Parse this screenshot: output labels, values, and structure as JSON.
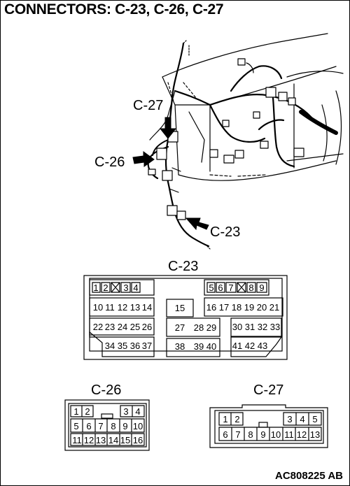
{
  "title": "CONNECTORS: C-23, C-26, C-27",
  "figure_code": "AC808225 AB",
  "callouts": {
    "c27": "C-27",
    "c26": "C-26",
    "c23": "C-23"
  },
  "connectors": {
    "c23": {
      "label": "C-23",
      "row1_left": [
        "1",
        "2",
        "",
        "3",
        "4"
      ],
      "row1_right": [
        "5",
        "6",
        "7",
        "",
        "8",
        "9"
      ],
      "row2_left": [
        "10",
        "11",
        "12",
        "13",
        "14"
      ],
      "center_top": "15",
      "row2_right": [
        "16",
        "17",
        "18",
        "19",
        "20",
        "21"
      ],
      "row3_left": [
        "22",
        "23",
        "24",
        "25",
        "26"
      ],
      "center_mid": [
        "27",
        "28",
        "29"
      ],
      "row3_right": [
        "30",
        "31",
        "32",
        "33"
      ],
      "row4_left": [
        "34",
        "35",
        "36",
        "37"
      ],
      "center_bot": [
        "38",
        "39",
        "40"
      ],
      "row4_right": [
        "41",
        "42",
        "43"
      ]
    },
    "c26": {
      "label": "C-26",
      "row1": [
        "1",
        "2",
        "",
        "",
        "3",
        "4"
      ],
      "row2": [
        "5",
        "6",
        "7",
        "8",
        "9",
        "10"
      ],
      "row3": [
        "11",
        "12",
        "13",
        "14",
        "15",
        "16"
      ]
    },
    "c27": {
      "label": "C-27",
      "row1": [
        "1",
        "2",
        "",
        "",
        "3",
        "4",
        "5"
      ],
      "row2": [
        "6",
        "7",
        "8",
        "9",
        "10",
        "11",
        "12",
        "13"
      ]
    }
  }
}
